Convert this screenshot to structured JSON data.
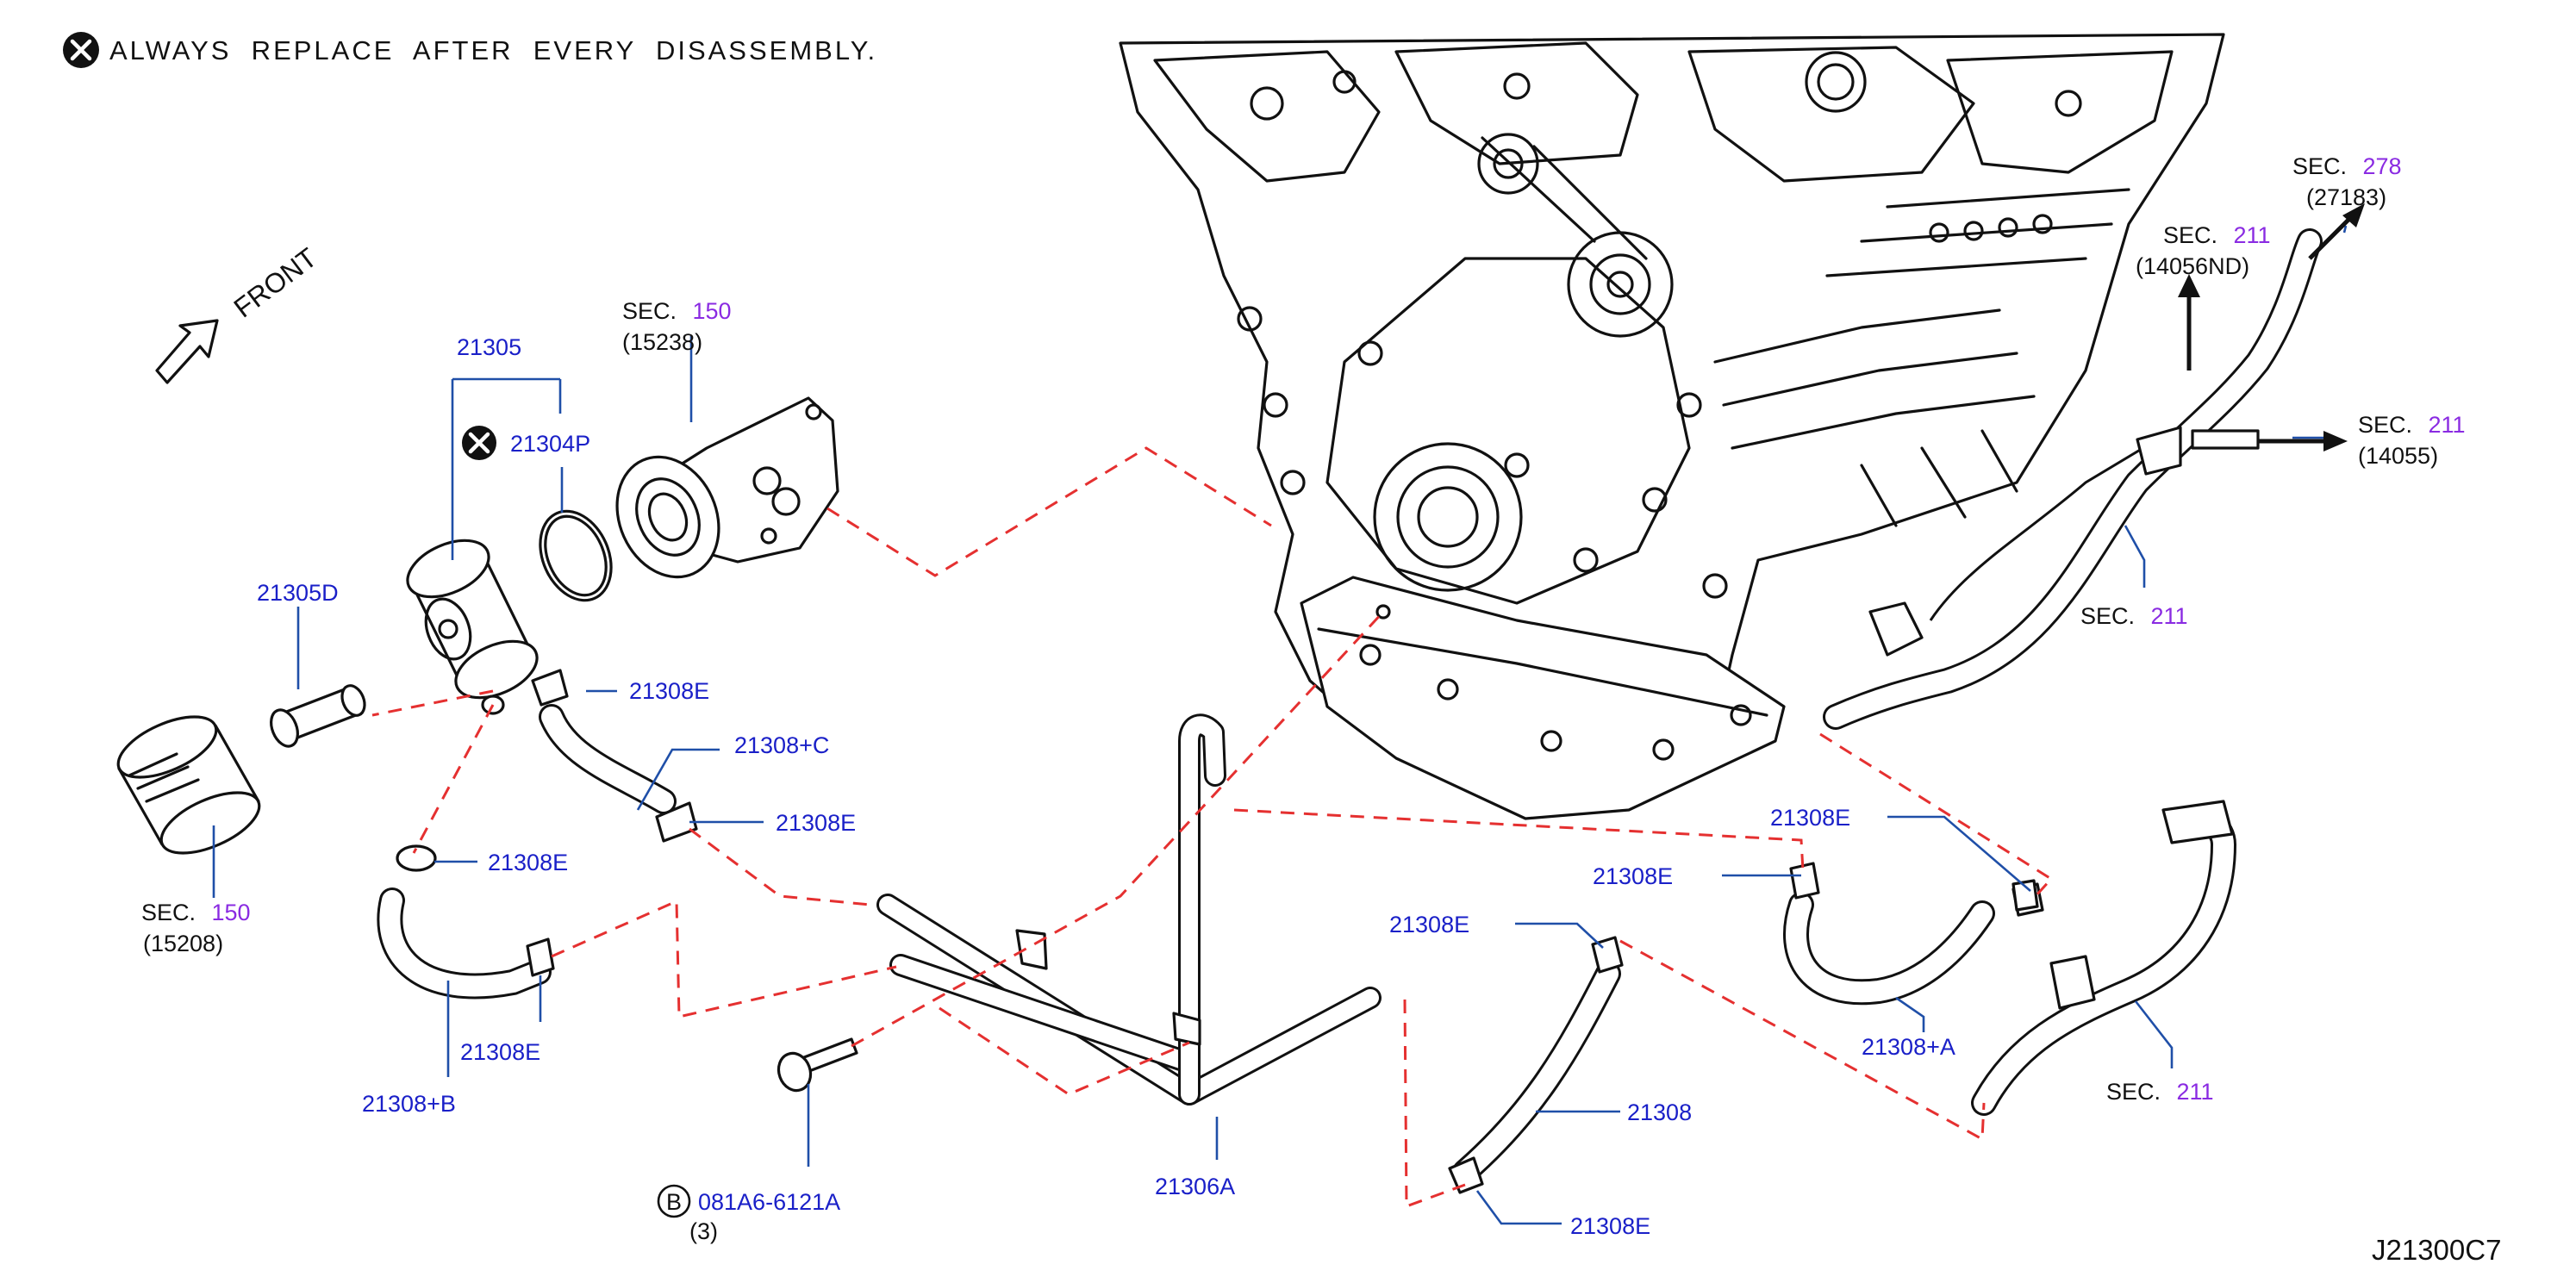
{
  "notice": {
    "text": "ALWAYS  REPLACE  AFTER  EVERY  DISASSEMBLY.",
    "icon": "x-circle-icon"
  },
  "direction": {
    "text": "FRONT",
    "icon": "arrow-icon"
  },
  "diagram_code": "J21300C7",
  "colors": {
    "part_label": "#1a20c8",
    "section_number": "#8a2be2",
    "leader": "#1f4fa8",
    "dashed_path": "#e53030"
  },
  "parts": {
    "p21305": "21305",
    "p21304P": "21304P",
    "p21305D": "21305D",
    "p21308E_1": "21308E",
    "p21308C": "21308+C",
    "p21308E_2": "21308E",
    "p21308E_3": "21308E",
    "p21308E_4": "21308E",
    "p21308B": "21308+B",
    "bolt_code": "081A6-6121A",
    "bolt_symbol": "B",
    "bolt_qty": "(3)",
    "p21306A": "21306A",
    "p21308E_5": "21308E",
    "p21308": "21308",
    "p21308E_6": "21308E",
    "p21308E_7": "21308E",
    "p21308E_8": "21308E",
    "p21308A": "21308+A"
  },
  "sections": {
    "sec_prefix": "SEC.",
    "s150_top": {
      "num": "150",
      "code": "(15238)"
    },
    "s150_filter": {
      "num": "150",
      "code": "(15208)"
    },
    "s278": {
      "num": "278",
      "code": "(27183)"
    },
    "s211_a": {
      "num": "211",
      "code": "(14056ND)"
    },
    "s211_b": {
      "num": "211",
      "code": "(14055)"
    },
    "s211_c": {
      "num": "211"
    },
    "s211_d": {
      "num": "211"
    }
  }
}
